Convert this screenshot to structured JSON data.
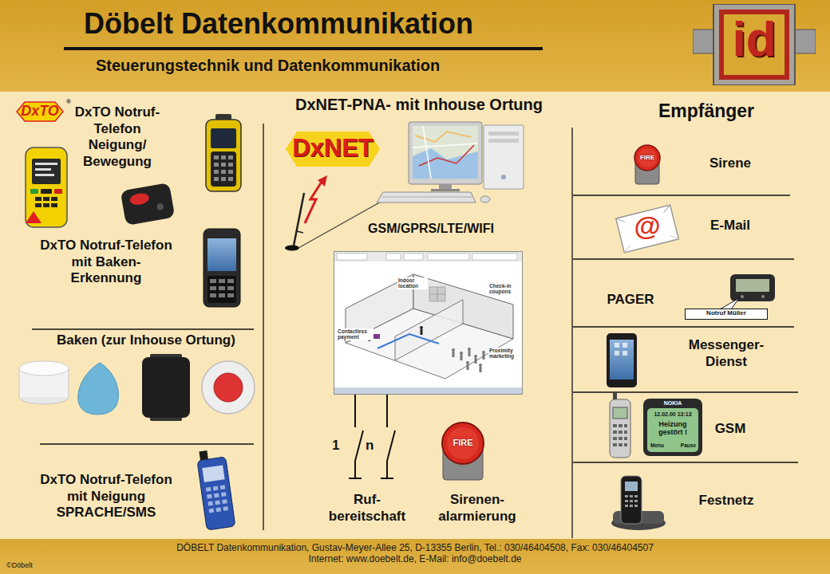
{
  "diagram": {
    "title": "Döbelt Datenkommunikation",
    "nodes": [
      {
        "text": [
          "id"
        ]
      },
      {
        "text": [
          "DxTO"
        ]
      },
      {
        "text": [
          "DxNET"
        ]
      },
      {
        "text": [
          "Indoor location",
          "Check-in coupons",
          "Contactless payment",
          "Proximity marketing"
        ]
      },
      {
        "text": [
          "FIRE"
        ]
      },
      {
        "text": [
          "FIRE"
        ]
      },
      {
        "text": [
          "@"
        ]
      },
      {
        "text": [
          "Notruf Müller"
        ]
      },
      {
        "text": [
          "NOKIA",
          "12.02.00 13:13",
          "Heizung gestört !",
          "Menu",
          "Pause"
        ]
      },
      {
        "text": [
          "DÖBELT Datenkommunikation, Gustav-Meyer-Allee 25, D-13355 Berlin, Tel.: 030/46404508, Fax: 030/46404507",
          "Internet: www.doebelt.de, E-Mail: info@doebelt.de"
        ]
      }
    ],
    "labels": [
      "Steuerungstechnik und Datenkommunikation",
      "®",
      "DxTO Notruf- Telefon Neigung/ Bewegung",
      "DxTO Notruf-Telefon mit Baken- Erkennung",
      "Baken (zur Inhouse Ortung)",
      "DxTO Notruf-Telefon mit Neigung SPRACHE/SMS",
      "DxNET-PNA- mit Inhouse Ortung",
      "GSM/GPRS/LTE/WIFI",
      "1",
      "n",
      "Ruf- bereitschaft",
      "Sirenen- alarmierung",
      "Empfänger",
      "Sirene",
      "E-Mail",
      "PAGER",
      "Messenger- Dienst",
      "GSM",
      "Festnetz",
      "©Döbelt"
    ]
  }
}
